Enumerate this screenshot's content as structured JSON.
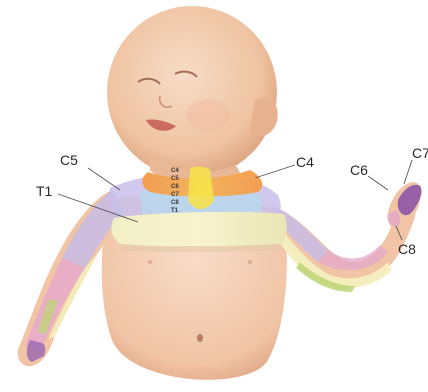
{
  "labels": {
    "c5": "C5",
    "c4": "C4",
    "t1": "T1",
    "c6": "C6",
    "c7": "C7",
    "c8": "C8"
  },
  "spine_labels": [
    "C4",
    "C5",
    "C6",
    "C7",
    "C8",
    "T1"
  ],
  "colors": {
    "skin": "#f1c8a9",
    "skin_shadow": "#d9a27f",
    "c4_band": "#f39a47",
    "c5_band": "#c7b7e6",
    "c6_band": "#e3a8c6",
    "c7_band": "#8c57a6",
    "c8_band": "#b7d26b",
    "t1_band": "#f3efb8",
    "yellow_core": "#f6e24a",
    "blue_zone": "#b9d6ee"
  }
}
